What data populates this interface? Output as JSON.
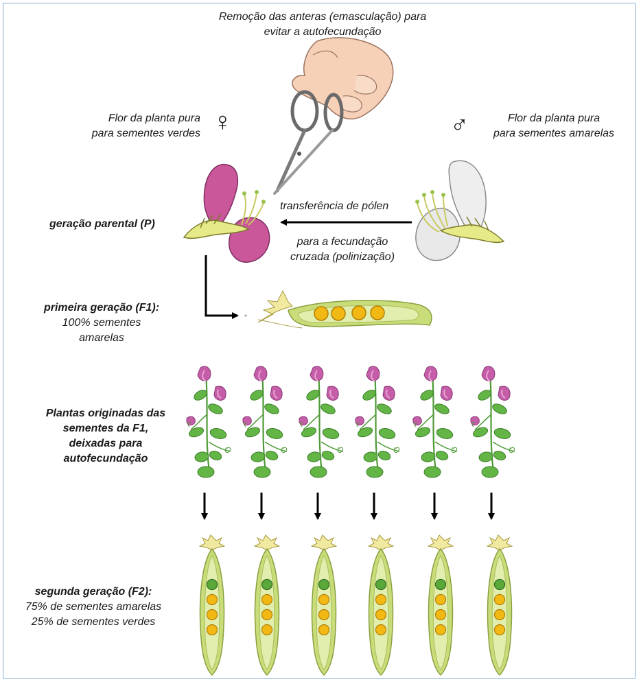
{
  "texts": {
    "emasculation": [
      "Remoção das anteras (emasculação)  para",
      "evitar a autofecundação"
    ],
    "female_flower": [
      "Flor da planta pura",
      "para sementes verdes"
    ],
    "male_flower": [
      "Flor da planta pura",
      "para sementes amarelas"
    ],
    "parental": "geração parental (P)",
    "pollen_transfer": "transferência de pólen",
    "cross_fert": [
      "para a fecundação",
      "cruzada  (polinização)"
    ],
    "f1_title": "primeira geração (F1):",
    "f1_desc": [
      "100% sementes",
      "amarelas"
    ],
    "plants": [
      "Plantas originadas das",
      "sementes da F1,",
      "deixadas para",
      "autofecundação"
    ],
    "f2_title": "segunda geração (F2):",
    "f2_desc": [
      "75% de sementes amarelas",
      "25% de sementes verdes"
    ]
  },
  "symbols": {
    "female": "♀",
    "male": "♂"
  },
  "colors": {
    "frame": "#7fa9cf",
    "female_petal": "#c9579a",
    "male_petal": "#e9e9e9",
    "pod": "#b9d36b",
    "seed_yellow": "#f2b915",
    "seed_green": "#5aa83a",
    "leaf": "#63b545",
    "flower_pink": "#c55da8",
    "skin": "#f7d0b8"
  },
  "icons": [
    "hand-with-scissors-icon",
    "female-flower-icon",
    "male-flower-icon",
    "pea-pod-icon",
    "pea-plant-icon",
    "down-arrow-icon"
  ]
}
